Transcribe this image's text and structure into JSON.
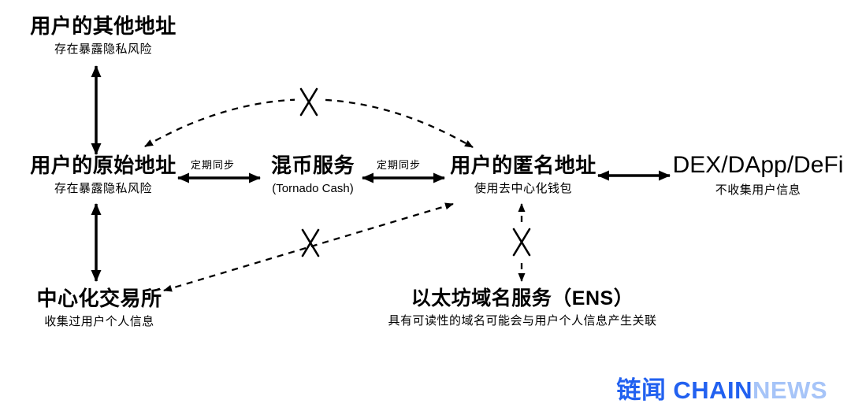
{
  "diagram": {
    "title": "crypto-privacy-mixing-flow",
    "background": "#ffffff",
    "ink_color": "#000000"
  },
  "nodes": {
    "other_address": {
      "title": "用户的其他地址",
      "subtitle": "存在暴露隐私风险"
    },
    "original_address": {
      "title": "用户的原始地址",
      "subtitle": "存在暴露隐私风险"
    },
    "mixer": {
      "title": "混币服务",
      "subtitle": "(Tornado Cash)"
    },
    "anonymous_address": {
      "title": "用户的匿名地址",
      "subtitle": "使用去中心化钱包"
    },
    "dex": {
      "title": "DEX/DApp/DeFi",
      "subtitle": "不收集用户信息"
    },
    "cex": {
      "title": "中心化交易所",
      "subtitle": "收集过用户个人信息"
    },
    "ens": {
      "title": "以太坊域名服务（ENS）",
      "subtitle": "具有可读性的域名可能会与用户个人信息产生关联"
    }
  },
  "edges": [
    {
      "from": "other_address",
      "to": "original_address",
      "style": "solid",
      "bidirectional": true,
      "blocked": false
    },
    {
      "from": "original_address",
      "to": "mixer",
      "style": "solid",
      "bidirectional": true,
      "blocked": false,
      "label": "定期同步"
    },
    {
      "from": "mixer",
      "to": "anonymous_address",
      "style": "solid",
      "bidirectional": true,
      "blocked": false,
      "label": "定期同步"
    },
    {
      "from": "anonymous_address",
      "to": "dex",
      "style": "solid",
      "bidirectional": true,
      "blocked": false
    },
    {
      "from": "original_address",
      "to": "cex",
      "style": "solid",
      "bidirectional": true,
      "blocked": false
    },
    {
      "from": "original_address",
      "to": "anonymous_address",
      "style": "dashed-curve",
      "bidirectional": true,
      "blocked": true
    },
    {
      "from": "anonymous_address",
      "to": "cex",
      "style": "dashed",
      "bidirectional": true,
      "blocked": true
    },
    {
      "from": "anonymous_address",
      "to": "ens",
      "style": "dashed",
      "bidirectional": true,
      "blocked": true
    }
  ],
  "logo": {
    "cn": "链闻",
    "en_strong": "CHAIN",
    "en_light": "NEWS",
    "color_strong": "#2261f0",
    "color_light": "#a6c4f8"
  }
}
